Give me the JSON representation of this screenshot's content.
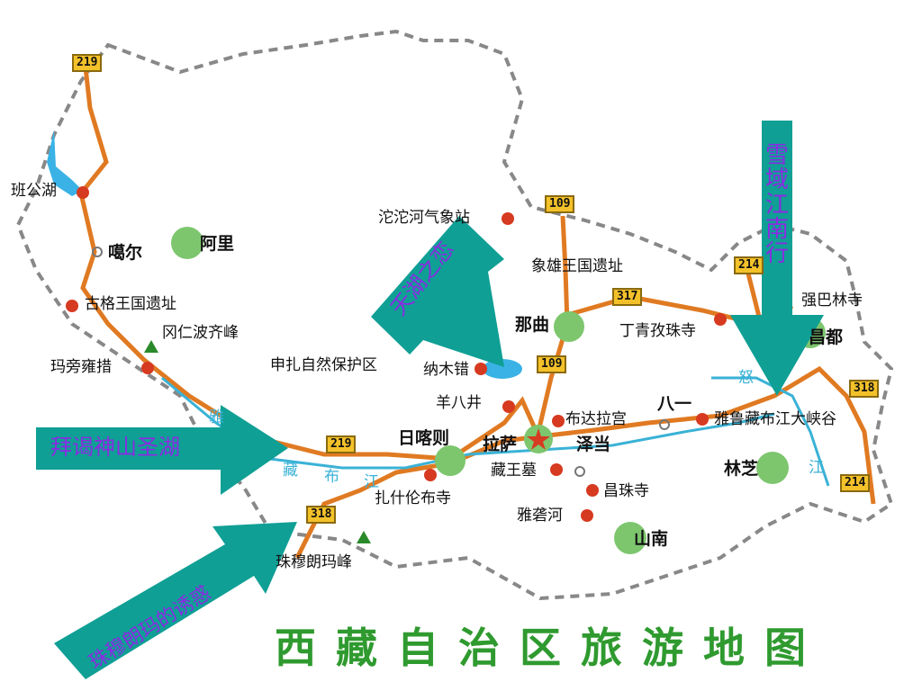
{
  "title": "西藏自治区旅游地图",
  "colors": {
    "road": "#e07a22",
    "border": "#888888",
    "river": "#3ab2d6",
    "lake": "#3ab2e6",
    "city_dot": "#d63a20",
    "region_circle": "#7dc66e",
    "arrow": "#0f9f95",
    "arrow_text": "#8a2be2",
    "title": "#2f9a2f",
    "shield": "#f3c12a"
  },
  "routes": [
    "219",
    "109",
    "214",
    "317",
    "109",
    "219",
    "318",
    "318",
    "214"
  ],
  "places": [
    {
      "name": "班公湖"
    },
    {
      "name": "噶尔"
    },
    {
      "name": "阿里"
    },
    {
      "name": "古格王国遗址"
    },
    {
      "name": "冈仁波齐峰"
    },
    {
      "name": "玛旁雍措"
    },
    {
      "name": "申扎自然保护区"
    },
    {
      "name": "沱沱河气象站"
    },
    {
      "name": "象雄王国遗址"
    },
    {
      "name": "那曲"
    },
    {
      "name": "丁青孜珠寺"
    },
    {
      "name": "强巴林寺"
    },
    {
      "name": "昌都"
    },
    {
      "name": "纳木错"
    },
    {
      "name": "羊八井"
    },
    {
      "name": "布达拉宫"
    },
    {
      "name": "八一"
    },
    {
      "name": "雅鲁藏布江大峡谷"
    },
    {
      "name": "日喀则"
    },
    {
      "name": "拉萨"
    },
    {
      "name": "泽当"
    },
    {
      "name": "藏王墓"
    },
    {
      "name": "扎什伦布寺"
    },
    {
      "name": "昌珠寺"
    },
    {
      "name": "雅砻河"
    },
    {
      "name": "山南"
    },
    {
      "name": "林芝"
    },
    {
      "name": "珠穆朗玛峰"
    }
  ],
  "river_labels": [
    "藏",
    "布",
    "江",
    "怒",
    "江",
    "雅"
  ],
  "callouts": [
    {
      "label": "天湖之恋"
    },
    {
      "label": "雪域江南行"
    },
    {
      "label": "拜谒神山圣湖"
    },
    {
      "label": "珠穆朗玛的诱惑"
    }
  ]
}
